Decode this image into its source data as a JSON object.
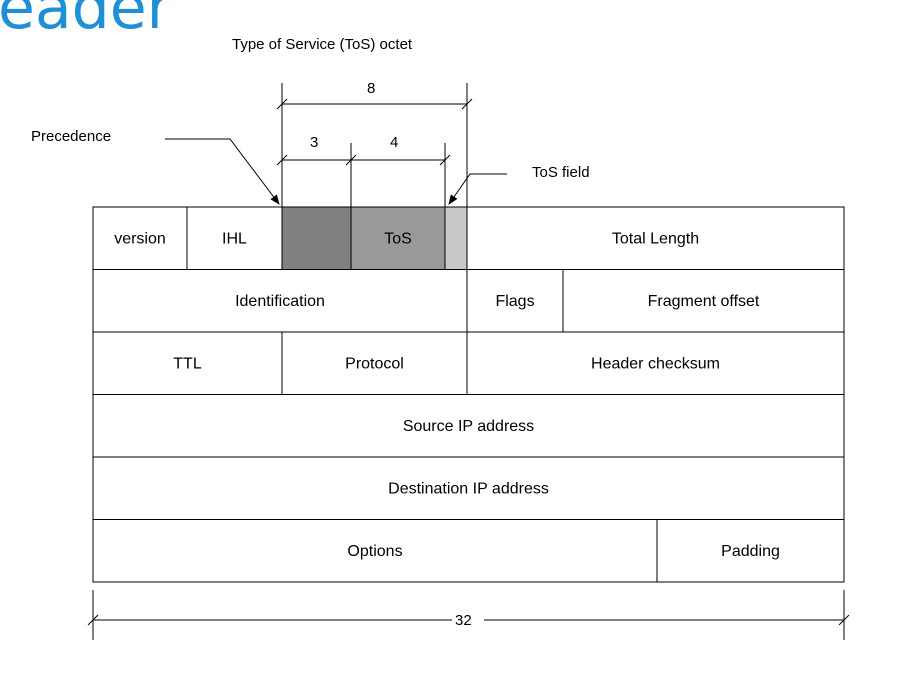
{
  "page": {
    "title_fragment": "eader"
  },
  "annotations": {
    "tos_octet_label": "Type of Service (ToS) octet",
    "octet_width": "8",
    "precedence_label": "Precedence",
    "precedence_width": "3",
    "tos_width": "4",
    "tos_field_label": "ToS field",
    "total_width": "32"
  },
  "header_rows": [
    {
      "cells": [
        {
          "label": "version",
          "fill": "#ffffff"
        },
        {
          "label": "IHL",
          "fill": "#ffffff"
        },
        {
          "label": "",
          "fill": "#808080"
        },
        {
          "label": "ToS",
          "fill": "#999999"
        },
        {
          "label": "",
          "fill": "#c8c8c8"
        },
        {
          "label": "Total Length",
          "fill": "#ffffff"
        }
      ]
    },
    {
      "cells": [
        {
          "label": "Identification",
          "fill": "#ffffff"
        },
        {
          "label": "Flags",
          "fill": "#ffffff"
        },
        {
          "label": "Fragment offset",
          "fill": "#ffffff"
        }
      ]
    },
    {
      "cells": [
        {
          "label": "TTL",
          "fill": "#ffffff"
        },
        {
          "label": "Protocol",
          "fill": "#ffffff"
        },
        {
          "label": "Header checksum",
          "fill": "#ffffff"
        }
      ]
    },
    {
      "cells": [
        {
          "label": "Source IP address",
          "fill": "#ffffff"
        }
      ]
    },
    {
      "cells": [
        {
          "label": "Destination IP address",
          "fill": "#ffffff"
        }
      ]
    },
    {
      "cells": [
        {
          "label": "Options",
          "fill": "#ffffff"
        },
        {
          "label": "Padding",
          "fill": "#ffffff"
        }
      ]
    }
  ]
}
